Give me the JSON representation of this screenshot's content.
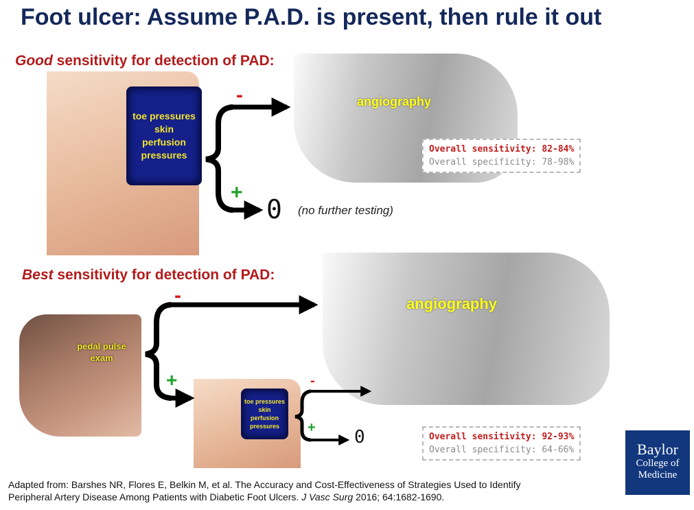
{
  "title": "Foot ulcer: Assume P.A.D. is present, then rule it out",
  "sections": {
    "good": {
      "heading_emphasis": "Good",
      "heading_rest": " sensitivity for detection of PAD:",
      "cuff_line1": "toe pressures",
      "cuff_line2": "skin",
      "cuff_line3": "perfusion",
      "cuff_line4": "pressures",
      "minus": "-",
      "plus": "+",
      "angio_label": "angiography",
      "zero": "0",
      "no_further": "(no further testing)",
      "sensitivity": "Overall sensitivity: 82-84%",
      "specificity": "Overall specificity: 78-98%"
    },
    "best": {
      "heading_emphasis": "Best",
      "heading_rest": " sensitivity for detection of PAD:",
      "pulse_line1": "pedal pulse",
      "pulse_line2": "exam",
      "minus": "-",
      "plus": "+",
      "angio_label": "angiography",
      "cuff_line1": "toe pressures",
      "cuff_line2": "skin",
      "cuff_line3": "perfusion",
      "cuff_line4": "pressures",
      "minus2": "-",
      "plus2": "+",
      "zero": "0",
      "sensitivity": "Overall sensitivity: 92-93%",
      "specificity": "Overall specificity: 64-66%"
    }
  },
  "citation": {
    "line1": "Adapted from: Barshes NR, Flores E, Belkin M, et al. The Accuracy and Cost-Effectiveness of Strategies Used to Identify",
    "line2_pre": "Peripheral Artery Disease Among Patients with Diabetic Foot Ulcers. ",
    "journal": "J Vasc Surg",
    "line2_post": " 2016; 64:1682-1690."
  },
  "logo": {
    "line1": "Baylor",
    "line2": "College of",
    "line3": "Medicine"
  },
  "colors": {
    "title": "#14285a",
    "heading_red": "#b31b1b",
    "minus_red": "#d61d1d",
    "plus_green": "#1fa12a",
    "cuff_text": "#f3e52c",
    "logo_bg": "#12377d"
  }
}
